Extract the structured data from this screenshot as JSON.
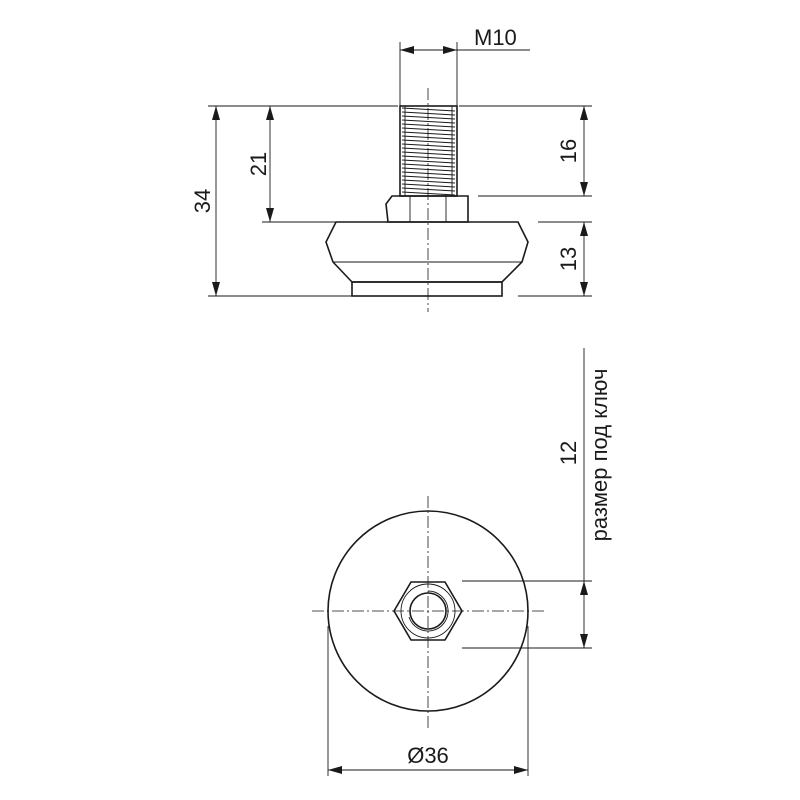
{
  "drawing": {
    "dimensions": {
      "thread": "M10",
      "total_height": "34",
      "stud_height": "21",
      "thread_length": "16",
      "base_height": "13",
      "wrench_size": "12",
      "wrench_note": "размер под ключ",
      "base_diameter": "Ø36"
    }
  }
}
